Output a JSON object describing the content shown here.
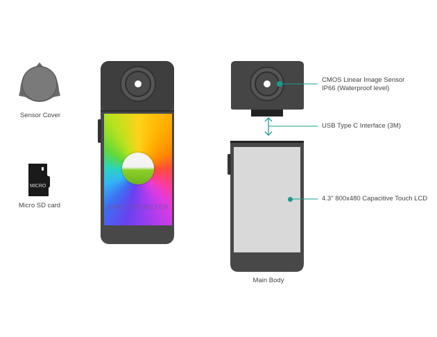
{
  "accessories": {
    "sensor_cover_label": "Sensor Cover",
    "sd_card_label": "Micro SD card",
    "sd_card_text": "MICRO"
  },
  "device_front": {
    "screen_text": "SPECTROMETER"
  },
  "main_body": {
    "label": "Main Body"
  },
  "callouts": {
    "sensor_line1": "CMOS Linear Image Sensor",
    "sensor_line2": "IP66 (Waterproof level)",
    "usb": "USB Type C Interface (3M)",
    "lcd": "4.3\" 800x480 Capacitive Touch LCD"
  },
  "colors": {
    "accent": "#1a9c8c",
    "device_body": "#4a4a4a",
    "lcd_gray": "#d9d9d9"
  }
}
